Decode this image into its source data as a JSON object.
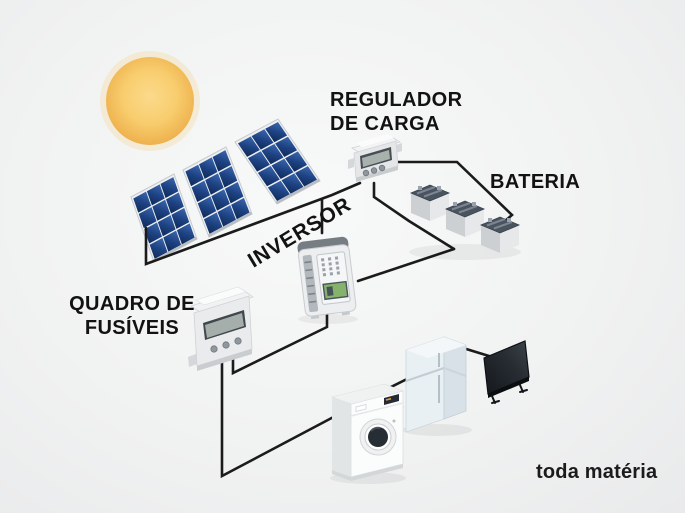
{
  "labels": {
    "charge_regulator": "REGULADOR\nDE CARGA",
    "battery": "BATERIA",
    "inverter": "INVERSOR",
    "fuse_box": "QUADRO DE\nFUSÍVEIS",
    "watermark": "toda matéria"
  },
  "components": [
    {
      "name": "sun"
    },
    {
      "name": "solar-panel",
      "count": 3
    },
    {
      "name": "charge-regulator"
    },
    {
      "name": "battery",
      "count": 3
    },
    {
      "name": "inverter"
    },
    {
      "name": "fuse-box"
    },
    {
      "name": "washing-machine"
    },
    {
      "name": "refrigerator"
    },
    {
      "name": "tv"
    }
  ],
  "colors": {
    "background": "#f0f1f2",
    "wire": "#1b1b1b",
    "panel_blue": "#1e4384",
    "sun_orange": "#f5c25e",
    "label_text": "#121212"
  }
}
